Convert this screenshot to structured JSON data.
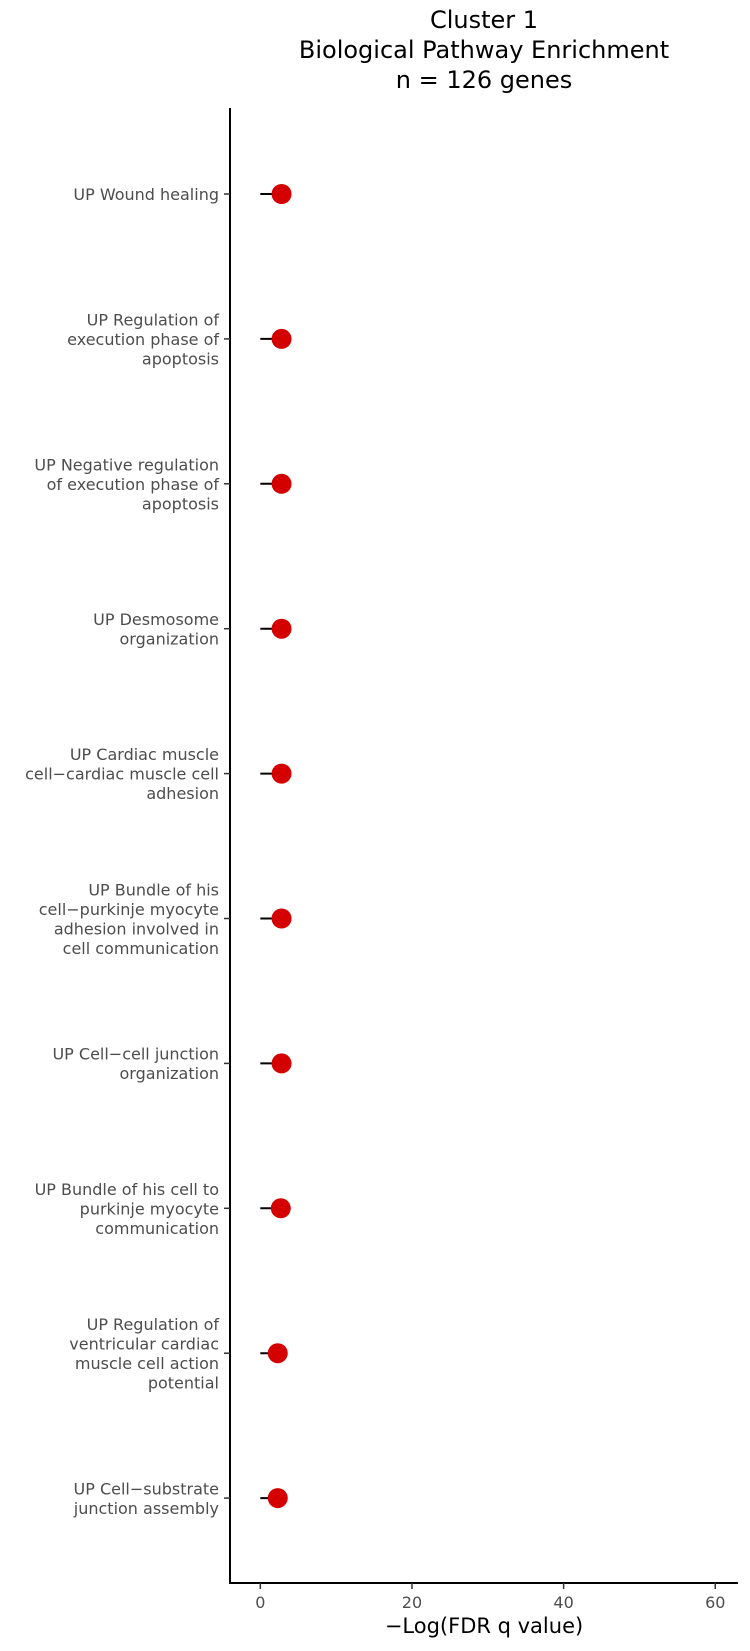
{
  "chart_data": {
    "type": "lollipop",
    "title_lines": [
      "Cluster 1",
      "Biological Pathway Enrichment",
      "n = 126 genes"
    ],
    "xlabel": "−Log(FDR q value)",
    "xlim": [
      -4,
      63
    ],
    "xticks": [
      0,
      20,
      40,
      60
    ],
    "point_color": "#d40000",
    "grid": false,
    "categories": [
      [
        "UP Wound healing"
      ],
      [
        "UP Regulation of",
        "execution phase of",
        "apoptosis"
      ],
      [
        "UP Negative regulation",
        "of execution phase of",
        "apoptosis"
      ],
      [
        "UP Desmosome",
        "organization"
      ],
      [
        "UP Cardiac muscle",
        "cell−cardiac muscle cell",
        "adhesion"
      ],
      [
        "UP Bundle of his",
        "cell−purkinje myocyte",
        "adhesion involved in",
        "cell communication"
      ],
      [
        "UP Cell−cell junction",
        "organization"
      ],
      [
        "UP Bundle of his cell to",
        "purkinje myocyte",
        "communication"
      ],
      [
        "UP Regulation of",
        "ventricular cardiac",
        "muscle cell action",
        "potential"
      ],
      [
        "UP Cell−substrate",
        "junction assembly"
      ]
    ],
    "values": [
      2.8,
      2.8,
      2.8,
      2.8,
      2.8,
      2.8,
      2.8,
      2.7,
      2.3,
      2.3
    ]
  }
}
